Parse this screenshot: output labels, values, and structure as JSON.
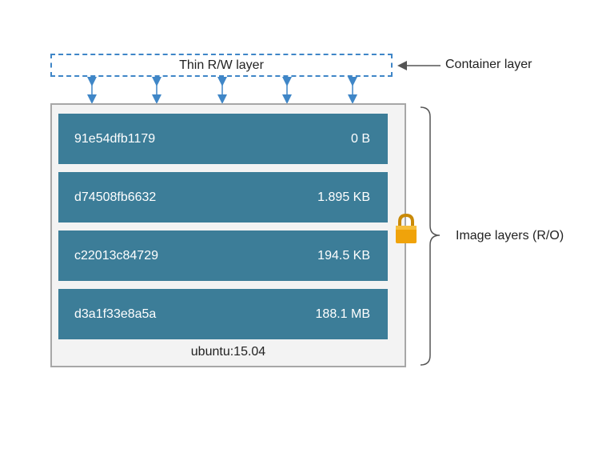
{
  "thin_layer": {
    "label": "Thin R/W layer"
  },
  "container_layer": {
    "label": "Container layer"
  },
  "image_layers": {
    "label": "Image layers (R/O)"
  },
  "base_image": {
    "label": "ubuntu:15.04"
  },
  "layers": [
    {
      "id": "91e54dfb1179",
      "size": "0 B"
    },
    {
      "id": "d74508fb6632",
      "size": "1.895 KB"
    },
    {
      "id": "c22013c84729",
      "size": "194.5 KB"
    },
    {
      "id": "d3a1f33e8a5a",
      "size": "188.1 MB"
    }
  ],
  "colors": {
    "layer_fill": "#3c7d98",
    "dashed_border": "#3f86c7",
    "arrow": "#3f86c7",
    "lock": "#f0a30a"
  },
  "icons": {
    "lock": "lock-icon"
  }
}
